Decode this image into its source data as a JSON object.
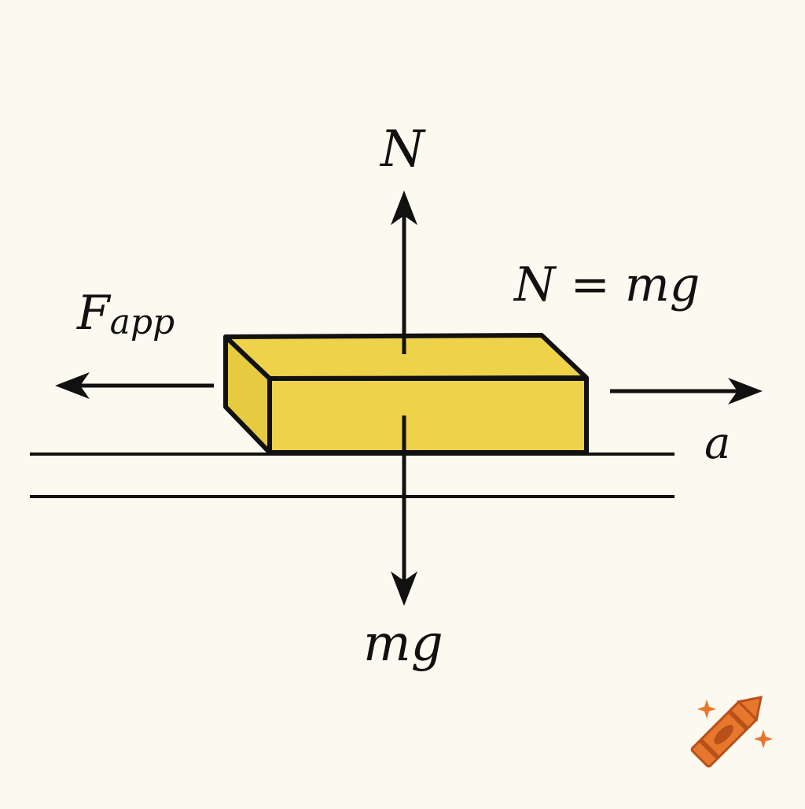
{
  "labels": {
    "normal_force": "N",
    "weight": "mg",
    "equation": "N = mg",
    "applied_force_main": "F",
    "applied_force_sub": "app",
    "acceleration": "a"
  },
  "colors": {
    "background": "#fbf9f0",
    "block_fill": "#edd24a",
    "stroke": "#111111",
    "logo_orange": "#e8772e",
    "logo_dark": "#b8501a"
  },
  "icons": {
    "logo": "crayon-icon"
  }
}
